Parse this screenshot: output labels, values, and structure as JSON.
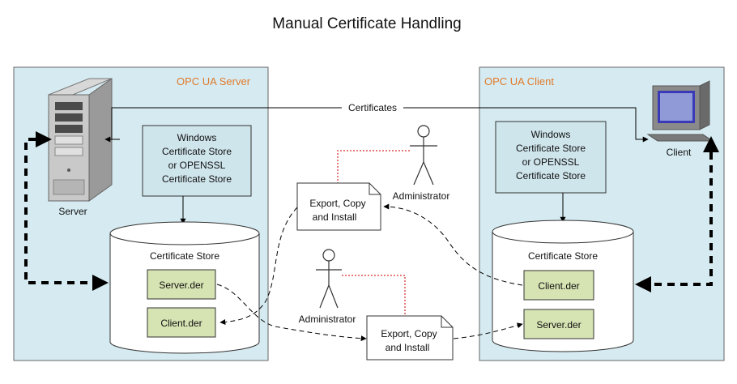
{
  "title": "Manual Certificate Handling",
  "server_panel": {
    "label": "OPC UA Server",
    "machine_label": "Server",
    "store_label": [
      "Windows",
      "Certificate Store",
      "or OPENSSL",
      "Certificate Store"
    ],
    "db_label": "Certificate Store",
    "cert_top": "Server.der",
    "cert_bottom": "Client.der"
  },
  "client_panel": {
    "label": "OPC UA Client",
    "machine_label": "Client",
    "store_label": [
      "Windows",
      "Certificate Store",
      "or OPENSSL",
      "Certificate Store"
    ],
    "db_label": "Certificate Store",
    "cert_top": "Client.der",
    "cert_bottom": "Server.der"
  },
  "certificates_label": "Certificates",
  "admin_top": {
    "label": "Administrator",
    "doc": [
      "Export, Copy",
      "and Install"
    ]
  },
  "admin_bottom": {
    "label": "Administrator",
    "doc": [
      "Export, Copy",
      "and Install"
    ]
  },
  "colors": {
    "panel_fill": "#d6ebf1",
    "box_fill": "#cfe5ec",
    "cert_fill": "#d6e3b2",
    "accent": "#e07a2c",
    "link": "#e05050"
  }
}
